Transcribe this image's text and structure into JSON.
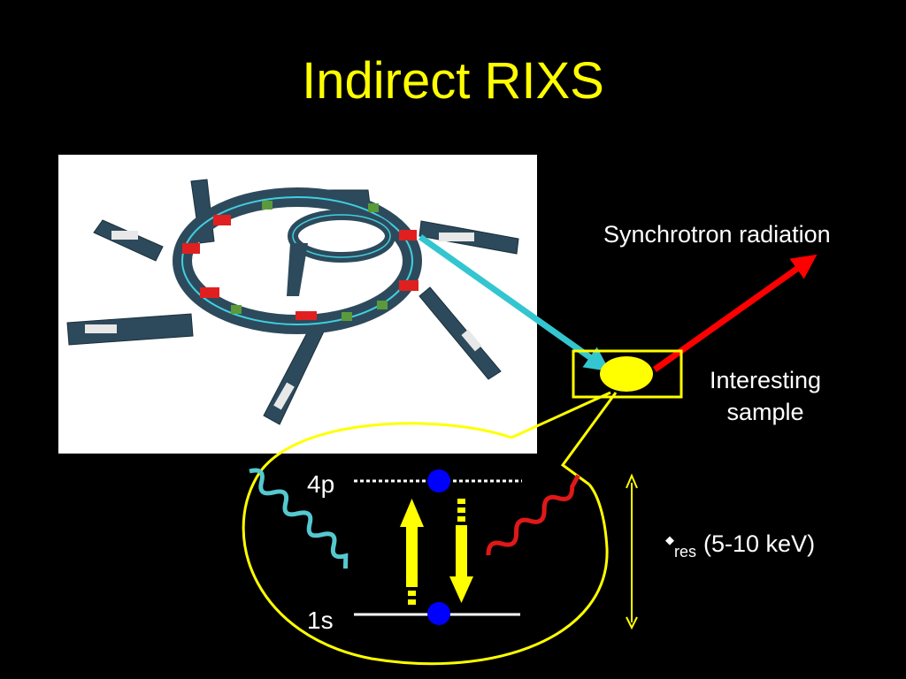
{
  "slide": {
    "title": "Indirect RIXS"
  },
  "labels": {
    "synchrotron": "Synchrotron radiation",
    "sample_line1": "Interesting",
    "sample_line2": "sample",
    "level_upper": "4p",
    "level_lower": "1s",
    "energy_symbol": "◆",
    "energy_subscript": "res",
    "energy_range": "(5-10 keV)"
  },
  "colors": {
    "title": "#ffff00",
    "incident_arrow": "#33c6d0",
    "outgoing_arrow": "#ff0000",
    "sample": "#ffff00",
    "electron": "#0000ff",
    "incoming_wave": "#55c8d0",
    "outgoing_wave": "#e01818"
  },
  "icons": {
    "synchrotron_image": "synchrotron-ring-illustration"
  }
}
